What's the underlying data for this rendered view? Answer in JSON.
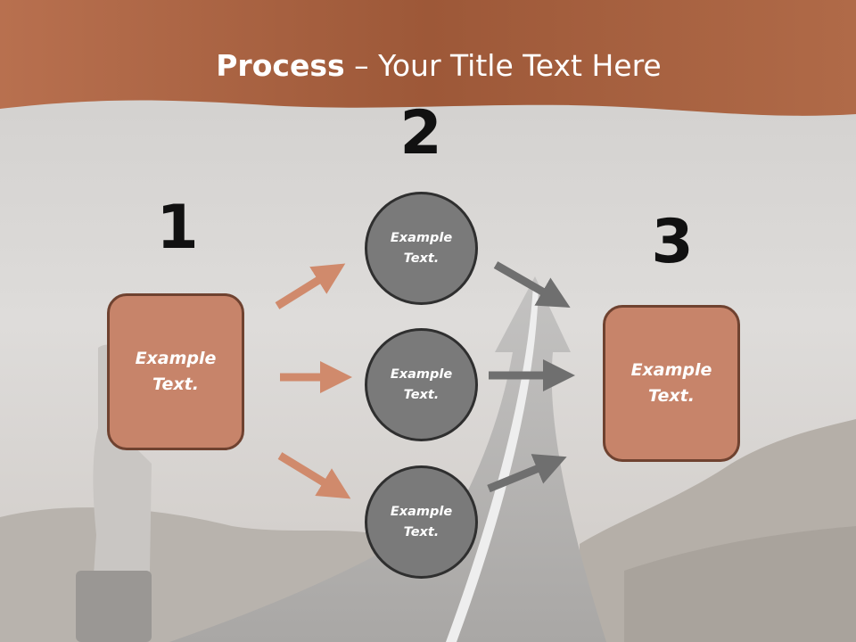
{
  "slide": {
    "title": {
      "bold": "Process",
      "rest": " – Your Title Text Here"
    },
    "colors": {
      "header": "#a85c3c",
      "box_fill": "#c7846a",
      "box_border": "#6f4230",
      "circle_fill": "#7a7a7a",
      "circle_border": "#2f2f2f",
      "orange_arrow": "#d08a6c",
      "gray_arrow": "#6f6f6f"
    },
    "steps": [
      {
        "number": "1",
        "label": "Example\nText."
      },
      {
        "number": "2",
        "nodes": [
          "Example\nText.",
          "Example\nText.",
          "Example\nText."
        ]
      },
      {
        "number": "3",
        "label": "Example\nText."
      }
    ]
  }
}
